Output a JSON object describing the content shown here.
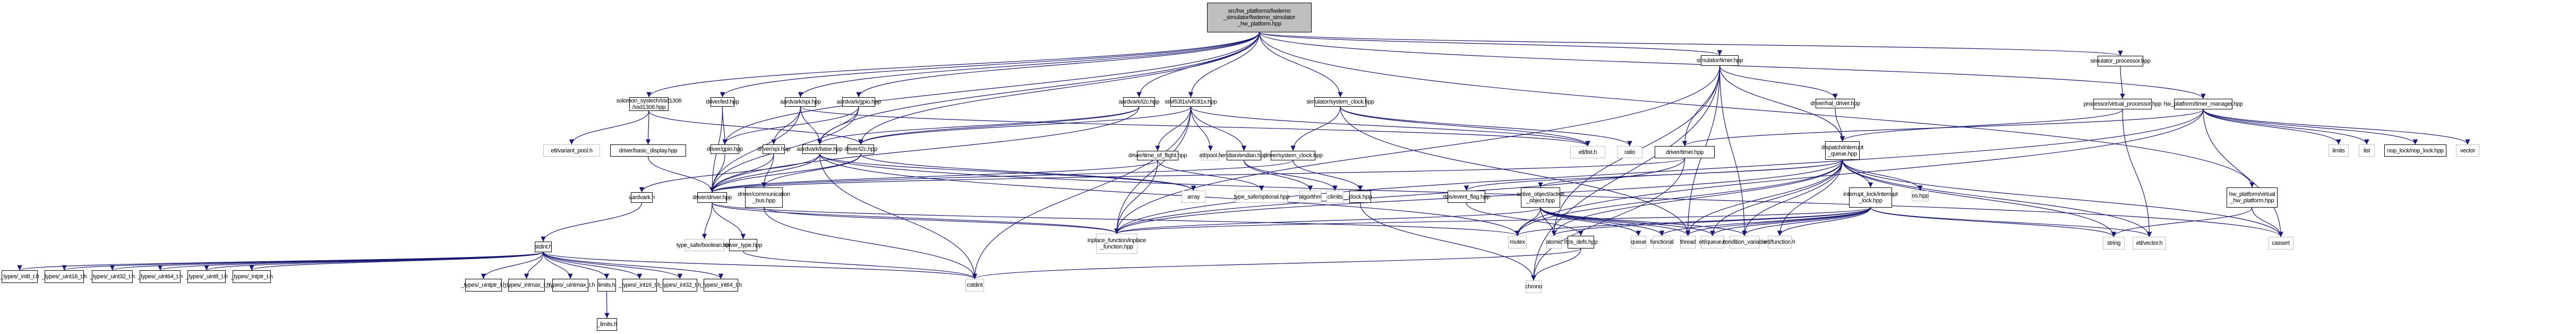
{
  "graph": {
    "type": "include-dependency-graph",
    "edge_color": "#191970",
    "root_fill": "#bfbfbf",
    "doc_border": "#000000",
    "external_border": "#bfbfbf",
    "nodes": [
      {
        "id": "root",
        "label": "src/hw_platforms/fwdemo\n_simulator/fwdemo_simulator\n_hw_platform.hpp",
        "kind": "root"
      },
      {
        "id": "ssd1306",
        "label": "solomon_systech/ssd1306\n/ssd1306.hpp",
        "kind": "doc"
      },
      {
        "id": "led",
        "label": "driver/led.hpp",
        "kind": "doc"
      },
      {
        "id": "aspi",
        "label": "aardvark/spi.hpp",
        "kind": "doc"
      },
      {
        "id": "agpio",
        "label": "aardvark/gpio.hpp",
        "kind": "doc"
      },
      {
        "id": "ai2c",
        "label": "aardvark/i2c.hpp",
        "kind": "doc"
      },
      {
        "id": "vl53",
        "label": "st/vl53l1x/vl53l1x.hpp",
        "kind": "doc"
      },
      {
        "id": "simclock",
        "label": "simulator/system_clock.hpp",
        "kind": "doc"
      },
      {
        "id": "simtimer",
        "label": "simulator/timer.hpp",
        "kind": "doc"
      },
      {
        "id": "simproc",
        "label": "simulator_processor.hpp",
        "kind": "doc"
      },
      {
        "id": "vproc",
        "label": "processor/virtual_processor.hpp",
        "kind": "doc"
      },
      {
        "id": "tmgr",
        "label": "hw_platform/timer_manager.hpp",
        "kind": "doc"
      },
      {
        "id": "varpool",
        "label": "etl/variant_pool.h",
        "kind": "ext"
      },
      {
        "id": "bdisp",
        "label": "driver/basic_display.hpp",
        "kind": "doc"
      },
      {
        "id": "dgpio",
        "label": "driver/gpio.hpp",
        "kind": "doc"
      },
      {
        "id": "dspi",
        "label": "driver/spi.hpp",
        "kind": "doc"
      },
      {
        "id": "abase",
        "label": "aardvark/base.hpp",
        "kind": "doc"
      },
      {
        "id": "di2c",
        "label": "driver/i2c.hpp",
        "kind": "doc"
      },
      {
        "id": "tof",
        "label": "driver/time_of_flight.hpp",
        "kind": "doc"
      },
      {
        "id": "etlpool",
        "label": "etl/pool.h",
        "kind": "ext"
      },
      {
        "id": "endian",
        "label": "endian/endian.hpp",
        "kind": "doc"
      },
      {
        "id": "dsysclk",
        "label": "driver/system_clock.hpp",
        "kind": "doc"
      },
      {
        "id": "etllist",
        "label": "etl/list.h",
        "kind": "ext"
      },
      {
        "id": "ratio",
        "label": "ratio",
        "kind": "ext"
      },
      {
        "id": "dtimer",
        "label": "driver/timer.hpp",
        "kind": "doc"
      },
      {
        "id": "haldrv",
        "label": "driver/hal_driver.hpp",
        "kind": "doc"
      },
      {
        "id": "intq",
        "label": "dispatch/interrupt\n_queue.hpp",
        "kind": "doc"
      },
      {
        "id": "osh",
        "label": "os.hpp",
        "kind": "ext"
      },
      {
        "id": "limits",
        "label": "limits",
        "kind": "ext"
      },
      {
        "id": "list",
        "label": "list",
        "kind": "ext"
      },
      {
        "id": "noplock",
        "label": "nop_lock/nop_lock.hpp",
        "kind": "doc"
      },
      {
        "id": "vector",
        "label": "vector",
        "kind": "ext"
      },
      {
        "id": "aardvarkh",
        "label": "aardvark.h",
        "kind": "doc"
      },
      {
        "id": "ddriver",
        "label": "driver/driver.hpp",
        "kind": "doc"
      },
      {
        "id": "commbus",
        "label": "driver/communication\n_bus.hpp",
        "kind": "doc"
      },
      {
        "id": "array",
        "label": "array",
        "kind": "ext"
      },
      {
        "id": "optional",
        "label": "type_safe/optional.hpp",
        "kind": "ext"
      },
      {
        "id": "algorithm",
        "label": "algorithm",
        "kind": "ext"
      },
      {
        "id": "climits",
        "label": "climits",
        "kind": "ext"
      },
      {
        "id": "clock",
        "label": "clock.hpp",
        "kind": "doc"
      },
      {
        "id": "evflag",
        "label": "rtos/event_flag.hpp",
        "kind": "doc"
      },
      {
        "id": "actobj",
        "label": "active_object/active\n_object.hpp",
        "kind": "doc"
      },
      {
        "id": "intlock",
        "label": "interrupt_lock/interrupt\n_lock.hpp",
        "kind": "doc"
      },
      {
        "id": "vhw",
        "label": "hw_platform/virtual\n_hw_platform.hpp",
        "kind": "doc"
      },
      {
        "id": "stdint",
        "label": "stdint.h",
        "kind": "doc"
      },
      {
        "id": "boolean",
        "label": "type_safe/boolean.hpp",
        "kind": "ext"
      },
      {
        "id": "drvtype",
        "label": "driver_type.hpp",
        "kind": "doc"
      },
      {
        "id": "inplace",
        "label": "inplace_function/inplace\n_function.hpp",
        "kind": "ext"
      },
      {
        "id": "mutex",
        "label": "mutex",
        "kind": "ext"
      },
      {
        "id": "atomic",
        "label": "atomic",
        "kind": "ext"
      },
      {
        "id": "rtosdefs",
        "label": "rtos_defs.hpp",
        "kind": "doc"
      },
      {
        "id": "queue",
        "label": "queue",
        "kind": "ext"
      },
      {
        "id": "functional",
        "label": "functional",
        "kind": "ext"
      },
      {
        "id": "thread",
        "label": "thread",
        "kind": "ext"
      },
      {
        "id": "etlqueue",
        "label": "etl/queue.h",
        "kind": "ext"
      },
      {
        "id": "condvar",
        "label": "condition_variable",
        "kind": "ext"
      },
      {
        "id": "etlfunc",
        "label": "etl/function.h",
        "kind": "ext"
      },
      {
        "id": "string",
        "label": "string",
        "kind": "ext"
      },
      {
        "id": "etlvector",
        "label": "etl/vector.h",
        "kind": "ext"
      },
      {
        "id": "cassert",
        "label": "cassert",
        "kind": "ext"
      },
      {
        "id": "t_int8",
        "label": "_types/_int8_t.h",
        "kind": "doc"
      },
      {
        "id": "t_uint16",
        "label": "_types/_uint16_t.h",
        "kind": "doc"
      },
      {
        "id": "t_uint32",
        "label": "_types/_uint32_t.h",
        "kind": "doc"
      },
      {
        "id": "t_uint64",
        "label": "_types/_uint64_t.h",
        "kind": "doc"
      },
      {
        "id": "t_uint8",
        "label": "_types/_uint8_t.h",
        "kind": "doc"
      },
      {
        "id": "t_intptr",
        "label": "_types/_intptr_t.h",
        "kind": "doc"
      },
      {
        "id": "t_uintptr",
        "label": "_types/_uintptr_t.h",
        "kind": "doc"
      },
      {
        "id": "t_intmax",
        "label": "_types/_intmax_t.h",
        "kind": "doc"
      },
      {
        "id": "t_uintmax",
        "label": "_types/_uintmax_t.h",
        "kind": "doc"
      },
      {
        "id": "limitsh",
        "label": "limits.h",
        "kind": "doc"
      },
      {
        "id": "t_int16",
        "label": "_types/_int16_t.h",
        "kind": "doc"
      },
      {
        "id": "t_int32",
        "label": "_types/_int32_t.h",
        "kind": "doc"
      },
      {
        "id": "t_int64",
        "label": "_types/_int64_t.h",
        "kind": "doc"
      },
      {
        "id": "cstdint",
        "label": "cstdint",
        "kind": "ext"
      },
      {
        "id": "chrono",
        "label": "chrono",
        "kind": "ext"
      },
      {
        "id": "_limitsh",
        "label": "_limits.h",
        "kind": "doc"
      }
    ],
    "edges": [
      [
        "root",
        "ssd1306"
      ],
      [
        "root",
        "led"
      ],
      [
        "root",
        "aspi"
      ],
      [
        "root",
        "agpio"
      ],
      [
        "root",
        "ai2c"
      ],
      [
        "root",
        "vl53"
      ],
      [
        "root",
        "simclock"
      ],
      [
        "root",
        "simtimer"
      ],
      [
        "root",
        "simproc"
      ],
      [
        "root",
        "tmgr"
      ],
      [
        "root",
        "abase"
      ],
      [
        "root",
        "vhw"
      ],
      [
        "root",
        "dgpio"
      ],
      [
        "root",
        "di2c"
      ],
      [
        "ssd1306",
        "varpool"
      ],
      [
        "ssd1306",
        "bdisp"
      ],
      [
        "ssd1306",
        "di2c"
      ],
      [
        "led",
        "dgpio"
      ],
      [
        "led",
        "ddriver"
      ],
      [
        "aspi",
        "dspi"
      ],
      [
        "aspi",
        "abase"
      ],
      [
        "aspi",
        "ddriver"
      ],
      [
        "aspi",
        "etllist"
      ],
      [
        "agpio",
        "dgpio"
      ],
      [
        "agpio",
        "abase"
      ],
      [
        "agpio",
        "ddriver"
      ],
      [
        "ai2c",
        "di2c"
      ],
      [
        "ai2c",
        "abase"
      ],
      [
        "ai2c",
        "ddriver"
      ],
      [
        "vl53",
        "tof"
      ],
      [
        "vl53",
        "etlpool"
      ],
      [
        "vl53",
        "endian"
      ],
      [
        "vl53",
        "di2c"
      ],
      [
        "vl53",
        "etllist"
      ],
      [
        "vl53",
        "cstdint"
      ],
      [
        "vl53",
        "inplace"
      ],
      [
        "simclock",
        "dsysclk"
      ],
      [
        "simclock",
        "ratio"
      ],
      [
        "simclock",
        "etllist"
      ],
      [
        "simclock",
        "thread"
      ],
      [
        "simtimer",
        "dtimer"
      ],
      [
        "simtimer",
        "haldrv"
      ],
      [
        "simtimer",
        "intq"
      ],
      [
        "simtimer",
        "thread"
      ],
      [
        "simtimer",
        "chrono"
      ],
      [
        "simtimer",
        "inplace"
      ],
      [
        "simtimer",
        "atomic"
      ],
      [
        "simtimer",
        "condvar"
      ],
      [
        "simproc",
        "vproc"
      ],
      [
        "vproc",
        "etlvector"
      ],
      [
        "vproc",
        "intq"
      ],
      [
        "tmgr",
        "limits"
      ],
      [
        "tmgr",
        "list"
      ],
      [
        "tmgr",
        "noplock"
      ],
      [
        "tmgr",
        "vector"
      ],
      [
        "tmgr",
        "dtimer"
      ],
      [
        "tmgr",
        "cassert"
      ],
      [
        "tmgr",
        "mutex"
      ],
      [
        "tmgr",
        "inplace"
      ],
      [
        "bdisp",
        "ddriver"
      ],
      [
        "dgpio",
        "ddriver"
      ],
      [
        "dspi",
        "ddriver"
      ],
      [
        "dspi",
        "commbus"
      ],
      [
        "abase",
        "aardvarkh"
      ],
      [
        "abase",
        "ddriver"
      ],
      [
        "abase",
        "array"
      ],
      [
        "abase",
        "cstdint"
      ],
      [
        "abase",
        "mutex"
      ],
      [
        "abase",
        "cassert"
      ],
      [
        "di2c",
        "ddriver"
      ],
      [
        "di2c",
        "commbus"
      ],
      [
        "di2c",
        "array"
      ],
      [
        "tof",
        "ddriver"
      ],
      [
        "tof",
        "optional"
      ],
      [
        "tof",
        "inplace"
      ],
      [
        "endian",
        "algorithm"
      ],
      [
        "endian",
        "climits"
      ],
      [
        "dsysclk",
        "clock"
      ],
      [
        "dsysclk",
        "ddriver"
      ],
      [
        "dtimer",
        "ddriver"
      ],
      [
        "dtimer",
        "inplace"
      ],
      [
        "dtimer",
        "chrono"
      ],
      [
        "haldrv",
        "intq"
      ],
      [
        "intq",
        "actobj"
      ],
      [
        "intq",
        "evflag"
      ],
      [
        "intq",
        "intlock"
      ],
      [
        "intq",
        "osh"
      ],
      [
        "intq",
        "thread"
      ],
      [
        "intq",
        "etlqueue"
      ],
      [
        "intq",
        "etlfunc"
      ],
      [
        "intq",
        "condvar"
      ],
      [
        "intq",
        "mutex"
      ],
      [
        "intq",
        "atomic"
      ],
      [
        "intq",
        "etlvector"
      ],
      [
        "intq",
        "string"
      ],
      [
        "intq",
        "inplace"
      ],
      [
        "intq",
        "cassert"
      ],
      [
        "aardvarkh",
        "stdint"
      ],
      [
        "ddriver",
        "boolean"
      ],
      [
        "ddriver",
        "drvtype"
      ],
      [
        "ddriver",
        "inplace"
      ],
      [
        "ddriver",
        "mutex"
      ],
      [
        "commbus",
        "cstdint"
      ],
      [
        "commbus",
        "inplace"
      ],
      [
        "clock",
        "chrono"
      ],
      [
        "evflag",
        "rtosdefs"
      ],
      [
        "rtosdefs",
        "chrono"
      ],
      [
        "rtosdefs",
        "cstdint"
      ],
      [
        "actobj",
        "queue"
      ],
      [
        "actobj",
        "functional"
      ],
      [
        "actobj",
        "thread"
      ],
      [
        "actobj",
        "etlqueue"
      ],
      [
        "actobj",
        "condvar"
      ],
      [
        "actobj",
        "inplace"
      ],
      [
        "actobj",
        "atomic"
      ],
      [
        "actobj",
        "mutex"
      ],
      [
        "intlock",
        "mutex"
      ],
      [
        "intlock",
        "atomic"
      ],
      [
        "intlock",
        "functional"
      ],
      [
        "intlock",
        "thread"
      ],
      [
        "intlock",
        "etlqueue"
      ],
      [
        "intlock",
        "condvar"
      ],
      [
        "intlock",
        "etlfunc"
      ],
      [
        "intlock",
        "etlvector"
      ],
      [
        "intlock",
        "string"
      ],
      [
        "intlock",
        "inplace"
      ],
      [
        "vhw",
        "string"
      ],
      [
        "vhw",
        "cassert"
      ],
      [
        "drvtype",
        "cstdint"
      ],
      [
        "stdint",
        "t_int8"
      ],
      [
        "stdint",
        "t_uint16"
      ],
      [
        "stdint",
        "t_uint32"
      ],
      [
        "stdint",
        "t_uint64"
      ],
      [
        "stdint",
        "t_uint8"
      ],
      [
        "stdint",
        "t_intptr"
      ],
      [
        "stdint",
        "t_uintptr"
      ],
      [
        "stdint",
        "t_intmax"
      ],
      [
        "stdint",
        "t_uintmax"
      ],
      [
        "stdint",
        "limitsh"
      ],
      [
        "stdint",
        "t_int16"
      ],
      [
        "stdint",
        "t_int32"
      ],
      [
        "stdint",
        "t_int64"
      ],
      [
        "stdint",
        "cstdint"
      ],
      [
        "limitsh",
        "_limitsh"
      ]
    ]
  }
}
